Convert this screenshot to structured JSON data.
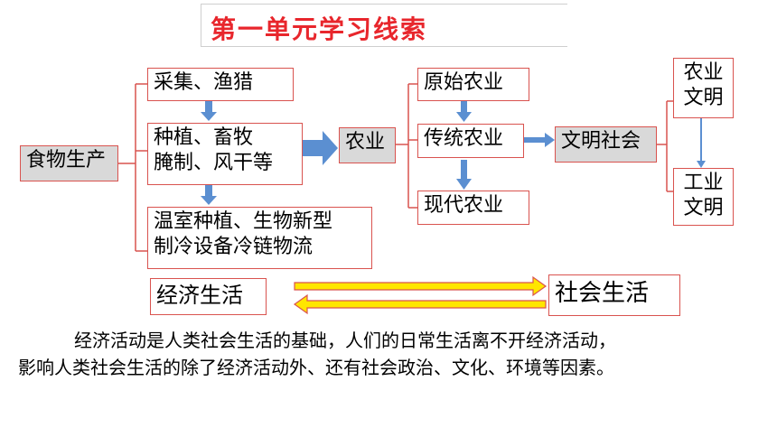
{
  "title": "第一单元学习线索",
  "nodes": {
    "food_production": "食物生产",
    "gathering": "采集、渔猎",
    "planting_line1": "种植、畜牧",
    "planting_line2": "腌制、风干等",
    "greenhouse_line1": "温室种植、生物新型",
    "greenhouse_line2": "制冷设备冷链物流",
    "agriculture": "农业",
    "primitive_agri": "原始农业",
    "traditional_agri": "传统农业",
    "modern_agri": "现代农业",
    "civilized_society": "文明社会",
    "agri_civ_line1": "农业",
    "agri_civ_line2": "文明",
    "ind_civ_line1": "工业",
    "ind_civ_line2": "文明",
    "economic_life": "经济生活",
    "social_life": "社会生活"
  },
  "paragraph": {
    "line1": "经济活动是人类社会生活的基础，人们的日常生活离不开经济活动，",
    "line2": "影响人类社会生活的除了经济活动外、还有社会政治、文化、环境等因素。"
  },
  "colors": {
    "title_red": "#e8262c",
    "border_red": "#d9534f",
    "arrow_blue": "#5b8fd1",
    "arrow_yellow": "#ffe600"
  }
}
